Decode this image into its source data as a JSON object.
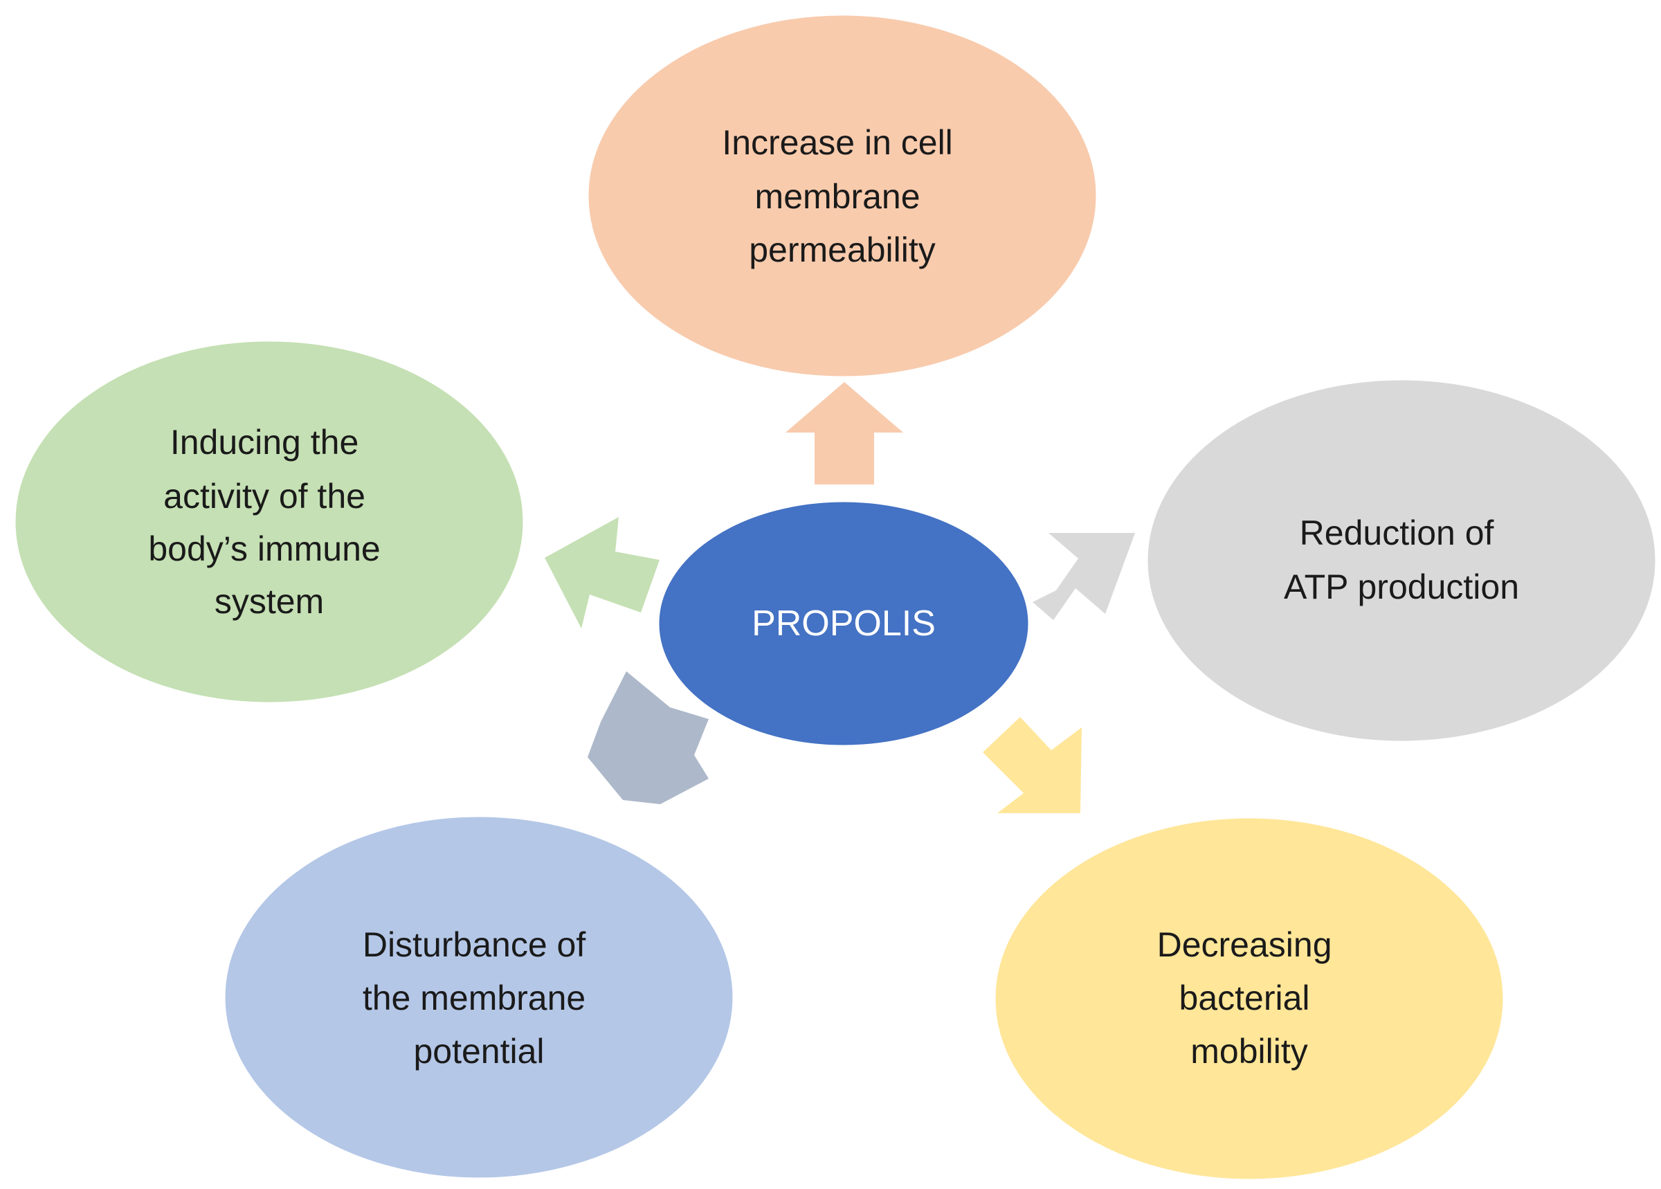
{
  "center": {
    "label": "PROPOLIS",
    "color": "#4472C4",
    "text_color": "#FFFFFF"
  },
  "nodes": [
    {
      "id": "cell-membrane-permeability",
      "lines": [
        "Increase in cell",
        "membrane",
        "permeability"
      ],
      "color": "#F8CBAD"
    },
    {
      "id": "atp-production",
      "lines": [
        "Reduction of",
        "ATP production"
      ],
      "color": "#D9D9D9"
    },
    {
      "id": "bacterial-mobility",
      "lines": [
        "Decreasing",
        "bacterial",
        "mobility"
      ],
      "color": "#FFE699"
    },
    {
      "id": "membrane-potential",
      "lines": [
        "Disturbance of",
        "the membrane",
        "potential"
      ],
      "color": "#B4C7E7"
    },
    {
      "id": "immune-system",
      "lines": [
        "Inducing the",
        "activity of the",
        "body’s immune",
        "system"
      ],
      "color": "#C5E0B4"
    }
  ],
  "arrow_colors": [
    "#F8CBAD",
    "#D9D9D9",
    "#FFE699",
    "#ADB9CA",
    "#C5E0B4"
  ]
}
